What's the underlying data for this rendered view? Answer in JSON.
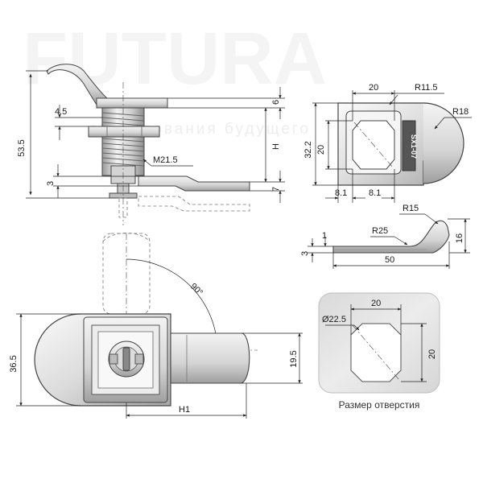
{
  "watermark": {
    "brand": "FUTURA",
    "tagline": "оборудования будущего"
  },
  "side_view": {
    "dim_53_5": "53.5",
    "dim_4_5": "4.5",
    "dim_m21_5": "M21.5",
    "dim_3": "3",
    "dim_6": "6",
    "dim_h": "H",
    "dim_7": "7"
  },
  "front_view": {
    "dim_20": "20",
    "dim_r11_5": "R11.5",
    "dim_r18": "R18",
    "dim_32_2": "32.2",
    "dim_20_v": "20",
    "dim_8_1_left": "8.1",
    "dim_8_1_right": "8.1",
    "label_text": "SX1-07"
  },
  "cam_view": {
    "dim_r15": "R15",
    "dim_r25": "R25",
    "dim_1": "1",
    "dim_3": "3",
    "dim_16": "16",
    "dim_50": "50"
  },
  "rear_view": {
    "dim_36_5": "36.5",
    "dim_90": "90°",
    "dim_19_5": "19.5",
    "dim_h1": "H1"
  },
  "cutout": {
    "dim_20_top": "20",
    "dim_d22_5": "Ø22.5",
    "dim_20_right": "20",
    "caption": "Размер отверстия"
  },
  "colors": {
    "metal_light": "#eeeeee",
    "metal_mid": "#c8c8c8",
    "metal_dark": "#8a8a8a",
    "panel_bg": "#e6e6e6",
    "line": "#222222"
  }
}
